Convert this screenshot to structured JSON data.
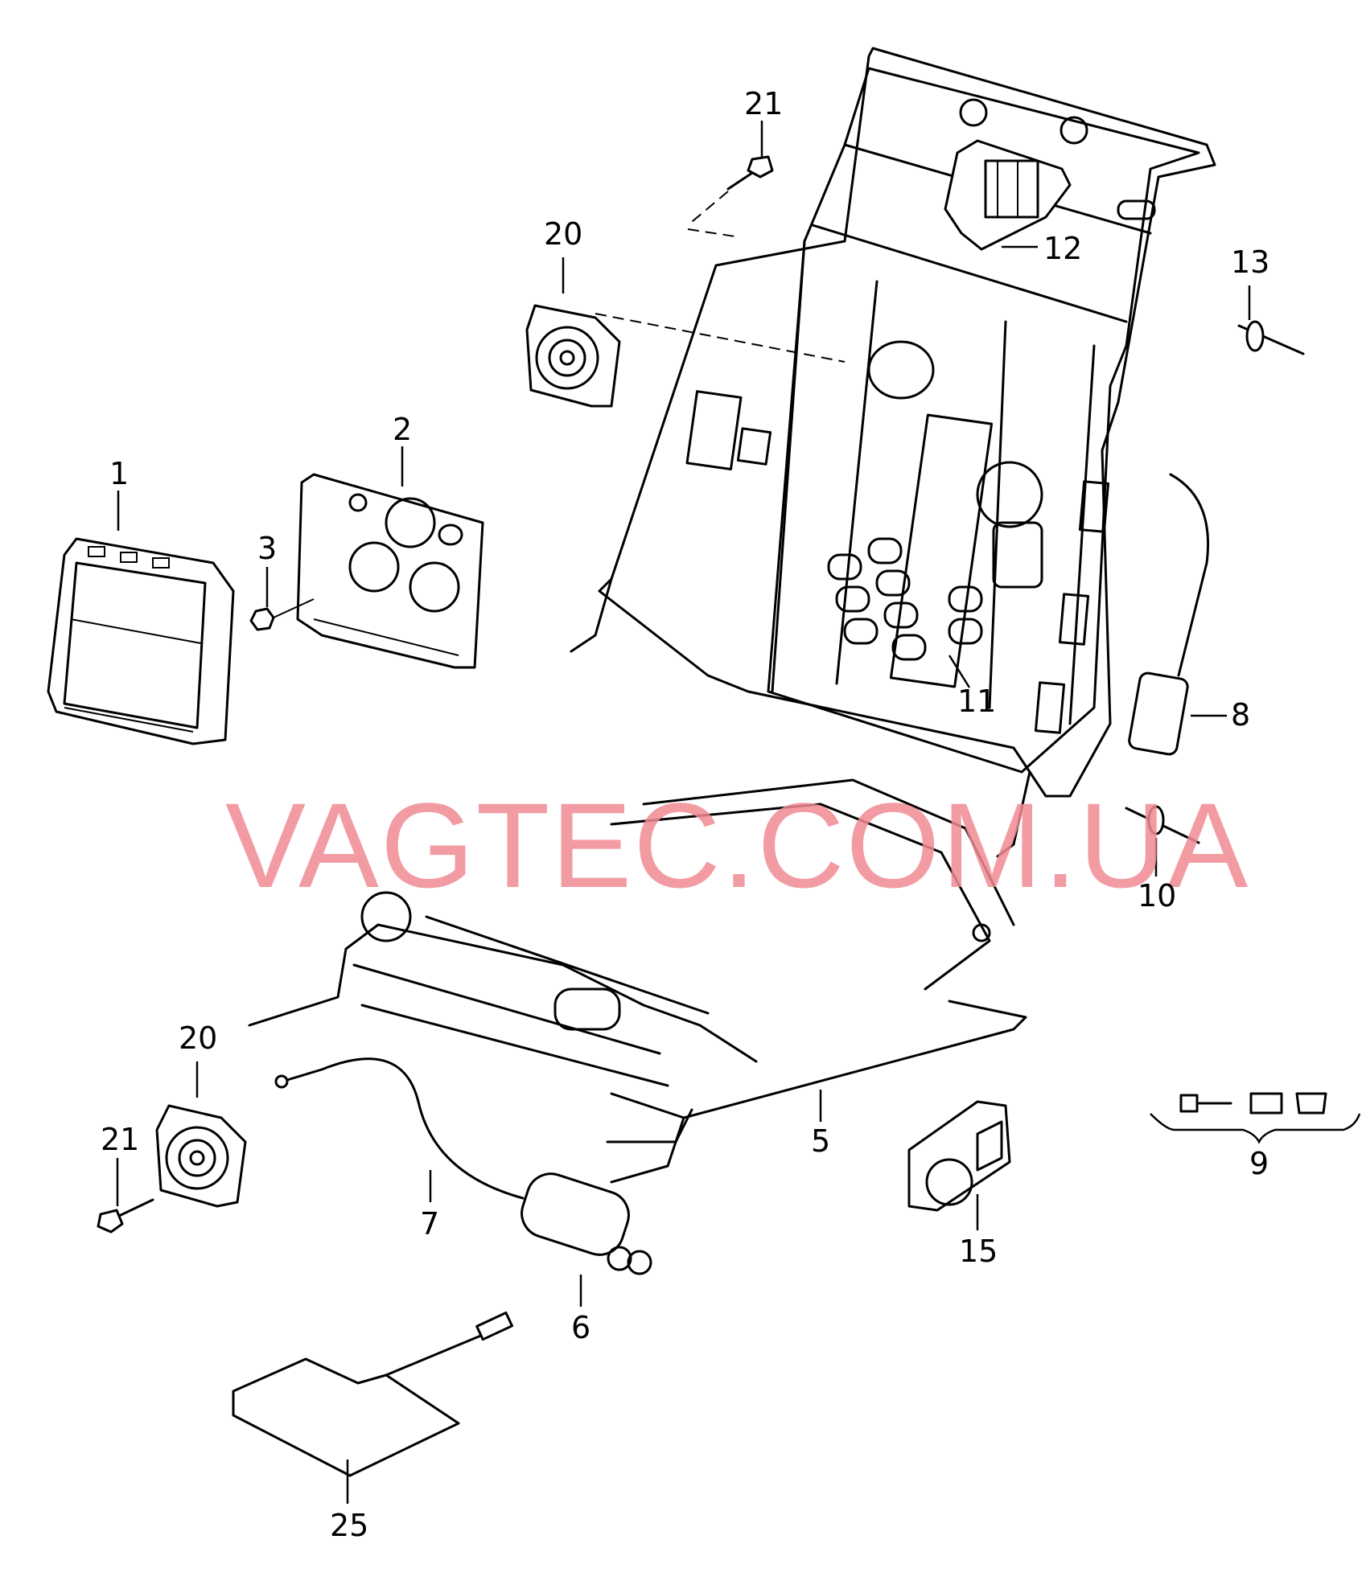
{
  "watermark": "VAGTEC.COM.UA",
  "callouts": {
    "c1": "1",
    "c2": "2",
    "c3": "3",
    "c5": "5",
    "c6": "6",
    "c7": "7",
    "c8": "8",
    "c9": "9",
    "c10": "10",
    "c11": "11",
    "c12": "12",
    "c13": "13",
    "c15": "15",
    "c20a": "20",
    "c20b": "20",
    "c21a": "21",
    "c21b": "21",
    "c25": "25"
  },
  "colors": {
    "line": "#000000",
    "watermark": "#f08a94",
    "background": "#ffffff"
  }
}
